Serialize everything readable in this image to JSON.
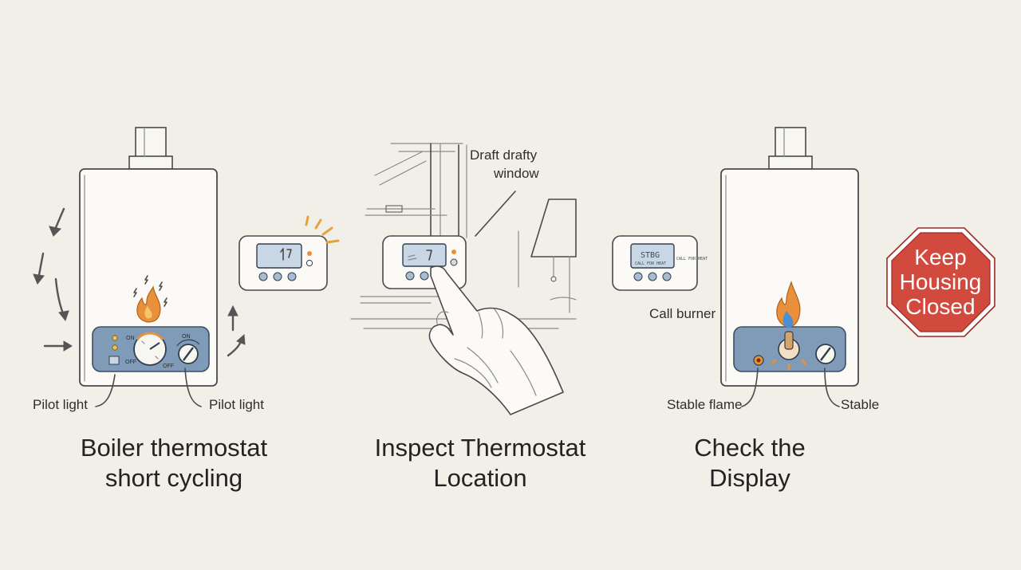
{
  "panels": [
    {
      "caption_line1": "Boiler thermostat",
      "caption_line2": "short cycling",
      "label_left": "Pilot light",
      "label_right": "Pilot light",
      "dial_on": "ON",
      "dial_off": "OFF",
      "knob_on": "ON",
      "knob_off": "OFF"
    },
    {
      "caption_line1": "Inspect Thermostat",
      "caption_line2": "Location",
      "window_label_line1": "Draft drafty",
      "window_label_line2": "window"
    },
    {
      "caption_line1": "Check the",
      "caption_line2": "Display",
      "label_call": "Call burner",
      "label_left": "Stable flame",
      "label_right": "Stable",
      "lcd_main": "STBG",
      "lcd_sub": "CALL FOR HEAT",
      "lcd_side": "CALL FOR HEAT"
    }
  ],
  "sign": {
    "line1": "Keep",
    "line2": "Housing",
    "line3": "Closed"
  },
  "colors": {
    "background": "#f1efe8",
    "boiler_body": "#fbfaf6",
    "control_panel": "#7f9bb8",
    "flame_orange": "#e8913a",
    "flame_blue": "#4d8fd1",
    "sign_red": "#d2493e",
    "lcd_screen": "#c9d6e3"
  }
}
